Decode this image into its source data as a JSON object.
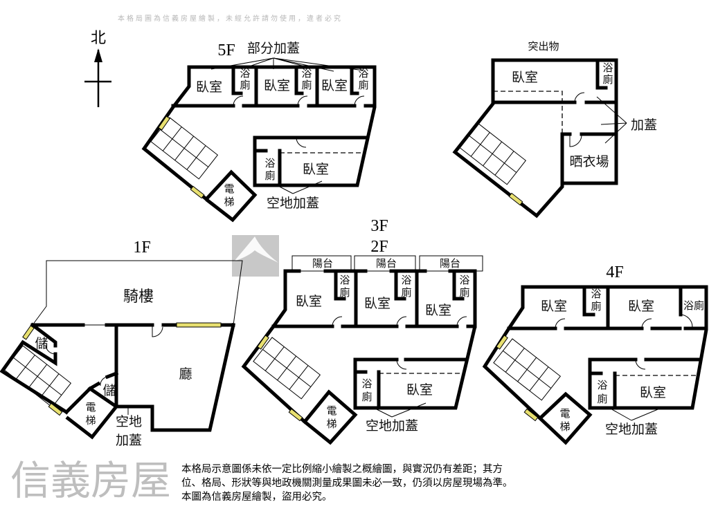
{
  "compass": {
    "north": "北"
  },
  "watermark": {
    "brand": "信義房屋",
    "notice": "本格局圖為信義房屋繪製，未經允許請勿使用，違者必究"
  },
  "floor5": {
    "title": "5F",
    "partial_addition": "部分加蓋",
    "bedroom": "臥室",
    "bath_1": "浴",
    "bath_2": "廁",
    "elevator_1": "電",
    "elevator_2": "梯",
    "open_addition": "空地加蓋"
  },
  "roof": {
    "title": "突出物",
    "bedroom": "臥室",
    "bath_1": "浴",
    "bath_2": "廁",
    "addition": "加蓋",
    "laundry": "晒衣場"
  },
  "floor1": {
    "title": "1F",
    "arcade": "騎樓",
    "storage": "儲",
    "living": "廳",
    "elevator_1": "電",
    "elevator_2": "梯",
    "open_1": "空地",
    "open_2": "加蓋"
  },
  "floor23": {
    "title_3": "3F",
    "title_2": "2F",
    "balcony": "陽台",
    "bedroom": "臥室",
    "bath_1": "浴",
    "bath_2": "廁",
    "elevator_1": "電",
    "elevator_2": "梯",
    "open_addition": "空地加蓋"
  },
  "floor4": {
    "title": "4F",
    "bedroom": "臥室",
    "bath_1": "浴",
    "bath_2": "廁",
    "bath_inline": "浴廁",
    "elevator_1": "電",
    "elevator_2": "梯",
    "open_addition": "空地加蓋"
  },
  "disclaimer": [
    "本格局示意圖係未依一定比例縮小繪製之概繪圖，與實況仍有差距；其方",
    "位、格局、形狀等與地政機關測量成果圖未必一致，仍須以房屋現場為準。",
    "本圖為信義房屋繪製，盜用必究。"
  ]
}
